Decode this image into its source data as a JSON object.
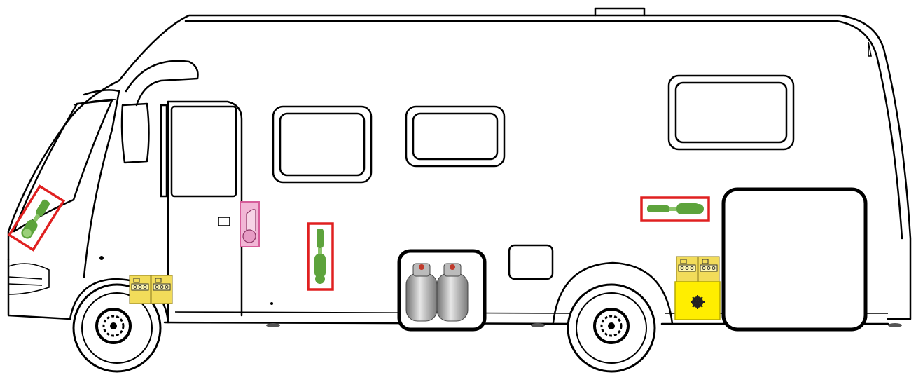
{
  "diagram": {
    "subject": "motorhome-side-view",
    "colors": {
      "outline": "#000000",
      "body_fill": "#ffffff",
      "highlight_border": "#e02020",
      "screwdriver_green": "#5da33c",
      "screwdriver_light": "#9bd07a",
      "connector_pink": "#f2b6d6",
      "connector_border": "#d65c9a",
      "battery_yellow": "#f2dc5a",
      "fuse_box_yellow": "#ffee00",
      "gas_bottle_grey": "#9a9a9a"
    },
    "markers": [
      {
        "id": "windscreen-screwdriver",
        "icon": "screwdriver-icon",
        "highlighted": true
      },
      {
        "id": "side-screwdriver",
        "icon": "screwdriver-icon",
        "highlighted": true
      },
      {
        "id": "rear-screwdriver",
        "icon": "screwdriver-icon",
        "highlighted": true
      },
      {
        "id": "door-connector",
        "icon": "connector-icon",
        "highlighted": false
      },
      {
        "id": "front-battery",
        "icon": "battery-icon",
        "highlighted": false
      },
      {
        "id": "rear-battery",
        "icon": "battery-icon",
        "highlighted": false
      },
      {
        "id": "rear-fuse-box",
        "icon": "fuse-icon",
        "highlighted": false
      },
      {
        "id": "gas-bottles",
        "icon": "gas-bottle-icon",
        "highlighted": false
      }
    ]
  }
}
